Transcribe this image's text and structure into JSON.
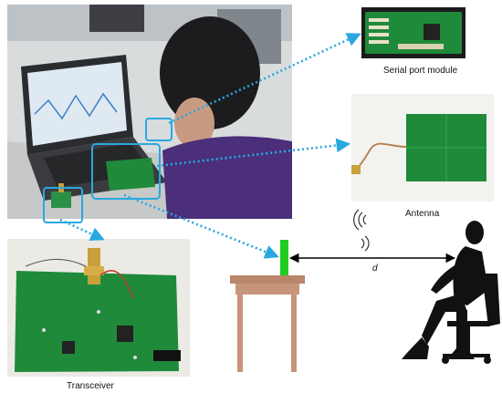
{
  "figure": {
    "captions": {
      "serial_port_module": "Serial port module",
      "antenna": "Antenna",
      "transceiver": "Transceiver",
      "distance": "d"
    },
    "colors": {
      "callout_box": "#29a8e0",
      "callout_arrow": "#29a8e0",
      "pcb_green": "#1f8a3a",
      "table_top": "#b9866a",
      "table_leg": "#c6957a",
      "antenna_bar": "#22cc22",
      "silhouette": "#111111"
    }
  }
}
